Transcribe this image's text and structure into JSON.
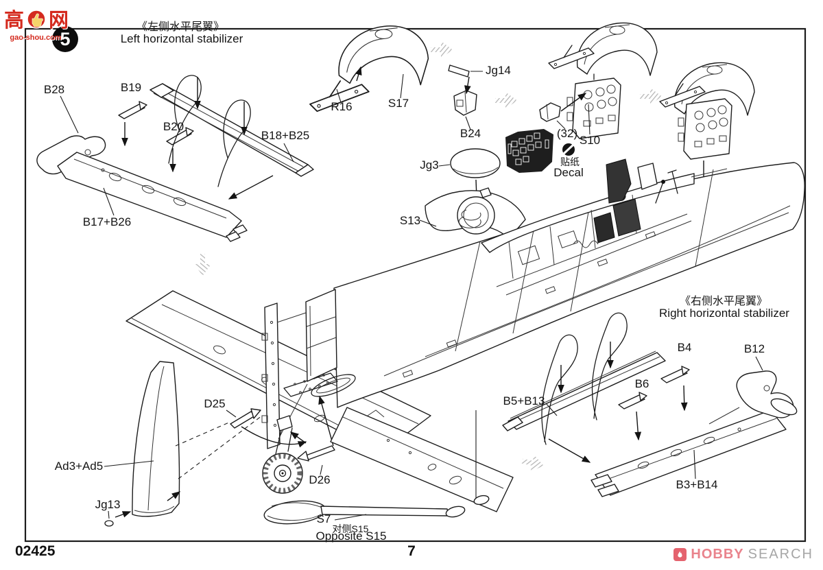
{
  "step": {
    "number": "5"
  },
  "watermark": {
    "left_char": "高",
    "right_char": "网",
    "domain": "gao-shou.com"
  },
  "titles": {
    "left_cn": "《左侧水平尾翼》",
    "left_en": "Left horizontal stabilizer",
    "right_cn": "《右侧水平尾翼》",
    "right_en": "Right horizontal stabilizer"
  },
  "labels": {
    "b28": "B28",
    "b19": "B19",
    "b20": "B20",
    "b18_b25": "B18+B25",
    "b17_b26": "B17+B26",
    "r16": "R16",
    "s17": "S17",
    "jg14": "Jg14",
    "b24": "B24",
    "jg3": "Jg3",
    "s13": "S13",
    "count_32": "(32)",
    "s10": "S10",
    "decal_cn": "贴纸",
    "decal_en": "Decal",
    "b4": "B4",
    "b12": "B12",
    "b6": "B6",
    "b5_b13": "B5+B13",
    "b3_b14": "B3+B14",
    "d25": "D25",
    "d26": "D26",
    "ad3_ad5": "Ad3+Ad5",
    "jg13": "Jg13",
    "s7": "S7",
    "opposite_cn": "对侧S15",
    "opposite_en": "Opposite S15"
  },
  "footer": {
    "kit_number": "02425",
    "page_number": "7",
    "logo_hobby": "HOBBY",
    "logo_search": "SEARCH"
  },
  "colors": {
    "line": "#1c1c1c",
    "gray_arrow": "#b6b6b6",
    "watermark_red": "#d42a1e",
    "logo_pink": "#e9838c",
    "logo_icon": "#e4636e",
    "logo_gray": "#a6a6a6"
  }
}
